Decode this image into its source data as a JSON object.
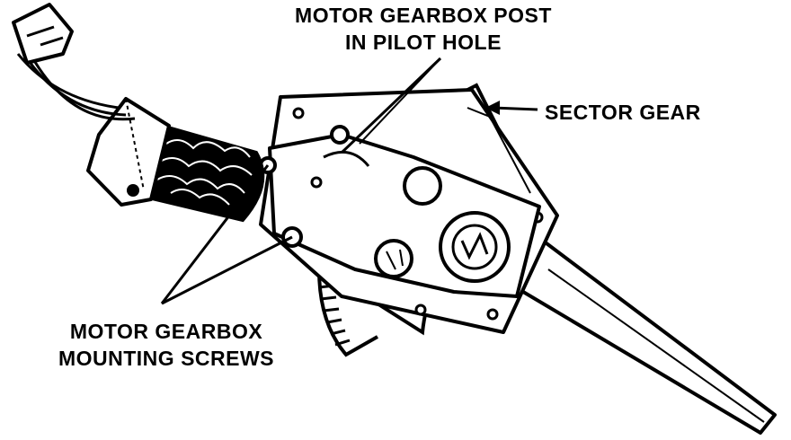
{
  "callouts": {
    "motor_gearbox_post": {
      "line1": "MOTOR GEARBOX POST",
      "line2": "IN PILOT HOLE"
    },
    "sector_gear": {
      "text": "SECTOR GEAR"
    },
    "mounting_screws": {
      "line1": "MOTOR GEARBOX",
      "line2": "MOUNTING SCREWS"
    }
  },
  "colors": {
    "ink": "#000000",
    "paper": "#ffffff"
  }
}
